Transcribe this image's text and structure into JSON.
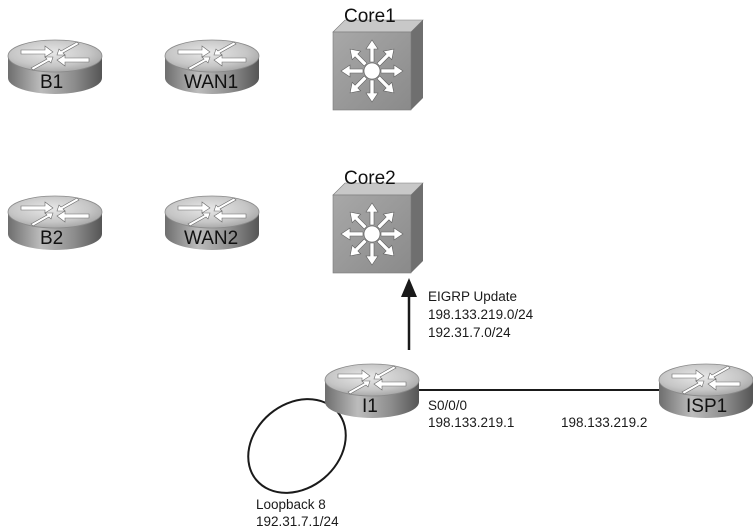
{
  "devices": {
    "b1": "B1",
    "wan1": "WAN1",
    "core1": "Core1",
    "b2": "B2",
    "wan2": "WAN2",
    "core2": "Core2",
    "i1": "I1",
    "isp1": "ISP1"
  },
  "update": {
    "title": "EIGRP Update",
    "route1": "198.133.219.0/24",
    "route2": "192.31.7.0/24"
  },
  "links": {
    "i1_interface": "S0/0/0",
    "i1_ip": "198.133.219.1",
    "isp1_ip": "198.133.219.2"
  },
  "loopback": {
    "name": "Loopback 8",
    "ip": "192.31.7.1/24"
  }
}
